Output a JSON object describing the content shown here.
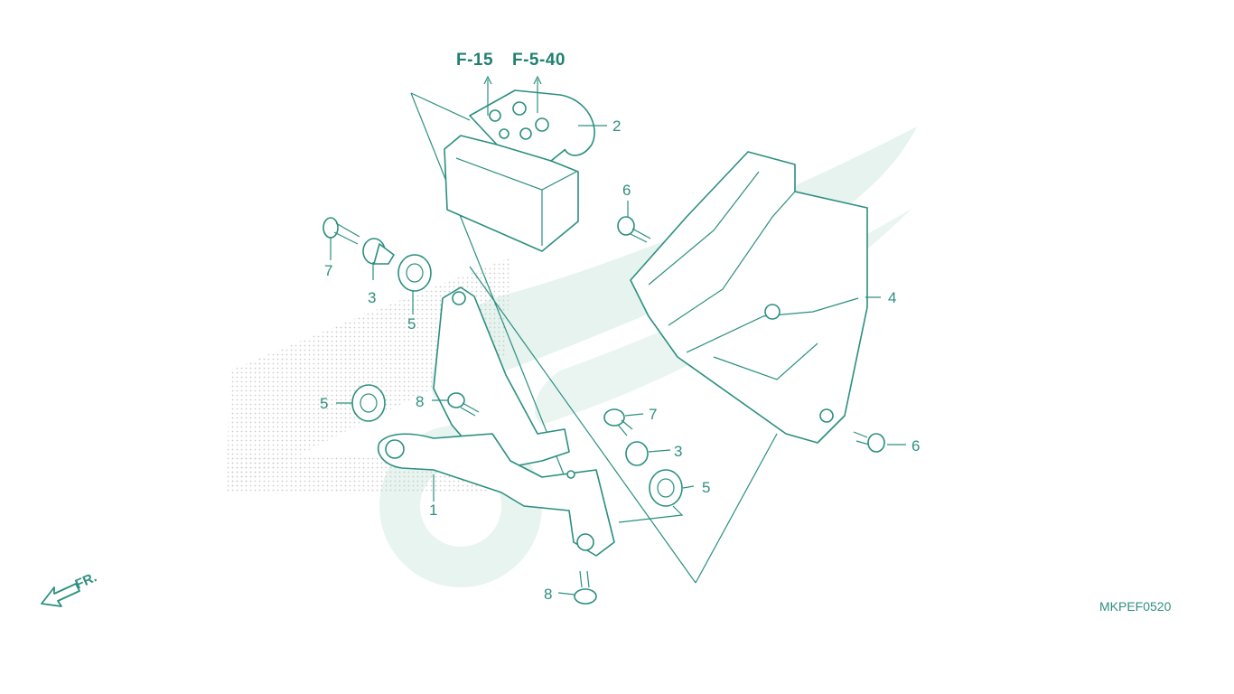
{
  "diagram": {
    "references": [
      "F-15",
      "F-5-40"
    ],
    "callouts": {
      "bracket": "1",
      "modulator": "2",
      "collar_left": "3",
      "collar_right": "3",
      "cover": "4",
      "grommet_top": "5",
      "grommet_left": "5",
      "grommet_right": "5",
      "screw_top": "6",
      "screw_right": "6",
      "bolt_left": "7",
      "bolt_right": "7",
      "bolt_mid": "8",
      "bolt_bottom": "8"
    },
    "front_indicator": "FR.",
    "diagram_code": "MKPEF0520",
    "colors": {
      "line": "#2a8f7f",
      "watermark": "#e3f2ee",
      "background": "#ffffff"
    }
  }
}
